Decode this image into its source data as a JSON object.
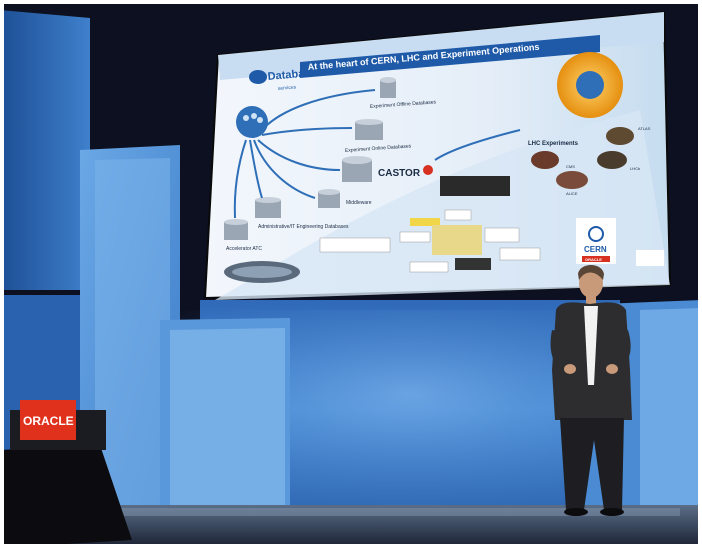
{
  "slide": {
    "brand": "Database",
    "brand_sub": "services",
    "title": "At the heart of CERN, LHC and Experiment Operations",
    "labels": {
      "offline_db": "Experiment Offline Databases",
      "online_db": "Experiment Online Databases",
      "castor": "CASTOR",
      "middleware": "Middleware",
      "admin_db": "Administrative/IT Engineering Databases",
      "accelerator": "Accelerator ATC",
      "lhc_experiments": "LHC Experiments",
      "experiments": [
        "ATLAS",
        "CMS",
        "LHCb",
        "ALICE"
      ],
      "cern": "CERN",
      "oracle_small": "ORACLE"
    }
  },
  "podium": {
    "logo": "ORACLE"
  },
  "colors": {
    "stage_blue": "#3f7fc9",
    "slide_bg": "#eef4fb",
    "oracle_red": "#e0311c",
    "slide_title_bar": "#1e5aa8"
  }
}
